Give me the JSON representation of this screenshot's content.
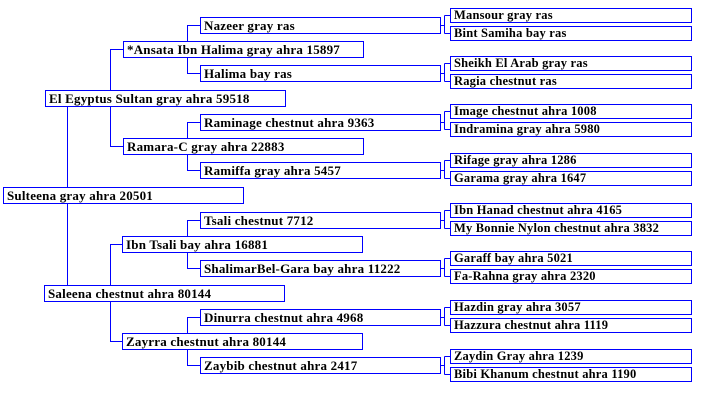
{
  "pedigree": {
    "subject": "Sulteena gray ahra 20501",
    "sire": "El Egyptus Sultan gray ahra 59518",
    "dam": "Saleena chestnut ahra 80144",
    "sire_sire": "*Ansata Ibn Halima gray ahra 15897",
    "sire_dam": "Ramara-C gray ahra 22883",
    "dam_sire": "Ibn Tsali bay ahra 16881",
    "dam_dam": "Zayrra chestnut ahra 80144",
    "gen3": [
      "Nazeer gray ras",
      "Halima bay ras",
      "Raminage chestnut ahra 9363",
      "Ramiffa gray ahra 5457",
      "Tsali chestnut 7712",
      "ShalimarBel-Gara bay ahra 11222",
      "Dinurra chestnut ahra 4968",
      "Zaybib chestnut ahra 2417"
    ],
    "gen4": [
      "Mansour gray ras",
      "Bint Samiha bay ras",
      "Sheikh El Arab gray ras",
      "Ragia chestnut ras",
      "Image chestnut ahra 1008",
      "Indramina gray ahra 5980",
      "Rifage gray ahra 1286",
      "Garama gray ahra 1647",
      "Ibn Hanad chestnut ahra 4165",
      "My Bonnie Nylon chestnut ahra 3832",
      "Garaff bay ahra 5021",
      "Fa-Rahna gray ahra 2320",
      "Hazdin gray ahra 3057",
      "Hazzura chestnut ahra 1119",
      "Zaydin Gray ahra 1239",
      "Bibi Khanum chestnut ahra 1190"
    ]
  },
  "colors": {
    "border": "#0000ff",
    "text": "#000000"
  }
}
